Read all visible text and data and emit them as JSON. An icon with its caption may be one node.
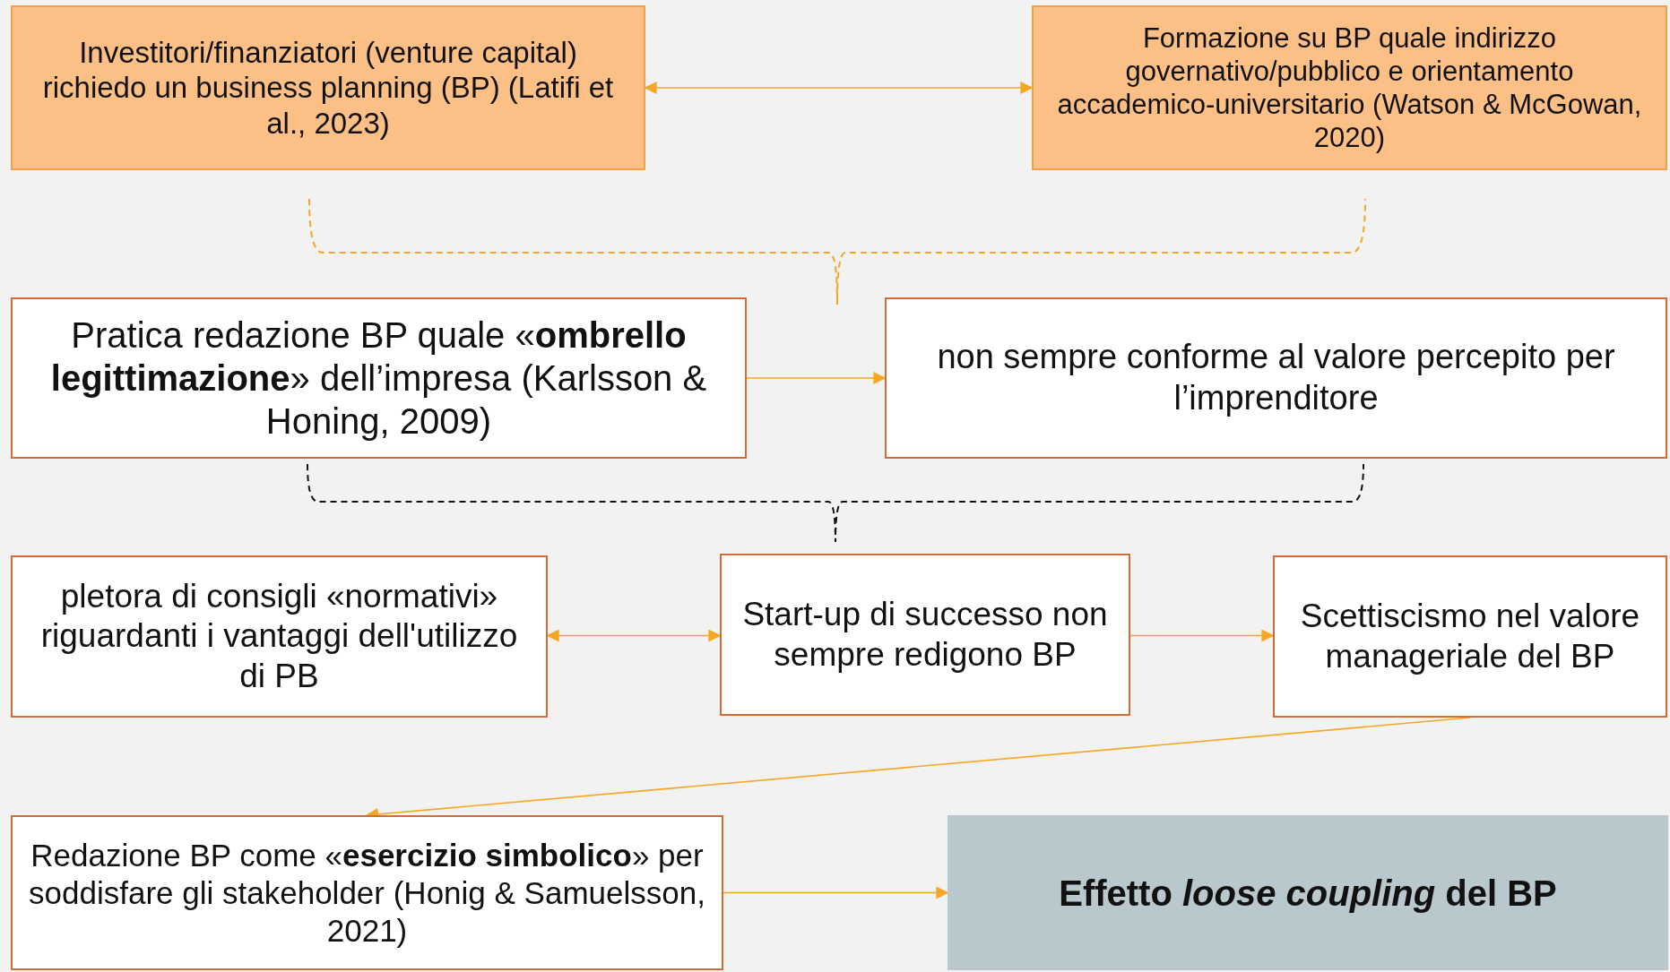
{
  "diagram": {
    "nodes": [
      {
        "text": [
          "Investitori/finanziatori (venture capital) richiedo un business planning (BP) (Latifi et al., 2023)"
        ]
      },
      {
        "text": [
          "Formazione su BP quale indirizzo governativo/pubblico e orientamento accademico-universitario (Watson & McGowan, 2020)"
        ]
      },
      {
        "text": [
          "Pratica redazione BP quale «**ombrello legittimazione**» dell’impresa (Karlsson & Honing, 2009)"
        ]
      },
      {
        "text": [
          "non sempre conforme al valore percepito per l’imprenditore"
        ]
      },
      {
        "text": [
          "pletora di consigli «normativi» riguardanti i vantaggi dell'utilizzo di PB"
        ]
      },
      {
        "text": [
          "Start-up di successo non sempre redigono BP"
        ]
      },
      {
        "text": [
          "Scettiscismo nel valore manageriale del BP"
        ]
      },
      {
        "text": [
          "Redazione BP come «**esercizio simbolico**» per soddisfare gli stakeholder (Honig & Samuelsson, 2021)"
        ]
      },
      {
        "text": [
          "Effetto *loose coupling* del BP"
        ]
      }
    ],
    "edges": [
      {
        "from": 0,
        "to": 1,
        "arrow": "both"
      },
      {
        "from": 2,
        "to": 3,
        "arrow": "to"
      },
      {
        "from": 4,
        "to": 5,
        "arrow": "both"
      },
      {
        "from": 5,
        "to": 6,
        "arrow": "to"
      },
      {
        "from": 6,
        "to": 7,
        "arrow": "to"
      },
      {
        "from": 7,
        "to": 8,
        "arrow": "to"
      }
    ]
  }
}
